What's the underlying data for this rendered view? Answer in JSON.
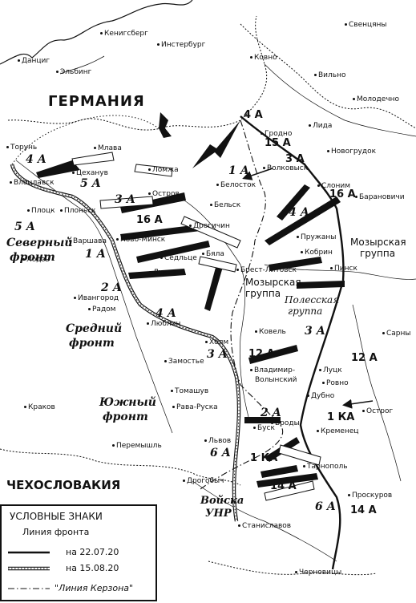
{
  "countries": [
    {
      "id": "germany",
      "label": "ГЕРМАНИЯ"
    },
    {
      "id": "czechoslovakia",
      "label": "ЧЕХОСЛОВАКИЯ"
    }
  ],
  "cities": [
    {
      "id": "sventsiany",
      "label": "Свенцяны"
    },
    {
      "id": "konigsberg",
      "label": "Кенигсберг"
    },
    {
      "id": "insterburg",
      "label": "Инстербург"
    },
    {
      "id": "kovno",
      "label": "Ковно"
    },
    {
      "id": "danzig",
      "label": "Данциг"
    },
    {
      "id": "elbing",
      "label": "Эльбинг"
    },
    {
      "id": "vilno",
      "label": "Вильно"
    },
    {
      "id": "molodechno",
      "label": "Молодечно"
    },
    {
      "id": "grodno",
      "label": "Гродно"
    },
    {
      "id": "lida",
      "label": "Лида"
    },
    {
      "id": "torun",
      "label": "Торунь"
    },
    {
      "id": "mlava",
      "label": "Млава"
    },
    {
      "id": "novogrudok",
      "label": "Новогрудок"
    },
    {
      "id": "tsekhanuv",
      "label": "Цеханув"
    },
    {
      "id": "lomzha",
      "label": "Ломжа"
    },
    {
      "id": "volkovysk",
      "label": "Волковыск"
    },
    {
      "id": "vlotslavsk",
      "label": "Влоцлавск"
    },
    {
      "id": "belostok",
      "label": "Белосток"
    },
    {
      "id": "slonim",
      "label": "Слоним"
    },
    {
      "id": "baranovichi",
      "label": "Барановичи"
    },
    {
      "id": "ostrov",
      "label": "Остров"
    },
    {
      "id": "plotsk",
      "label": "Плоцк"
    },
    {
      "id": "plonsk",
      "label": "Плоньск"
    },
    {
      "id": "belsk",
      "label": "Бельск"
    },
    {
      "id": "drogichin",
      "label": "Дрогичин"
    },
    {
      "id": "pruzhany",
      "label": "Пружаны"
    },
    {
      "id": "varshava",
      "label": "Варшава"
    },
    {
      "id": "novo-minsk",
      "label": "Ново-Минск"
    },
    {
      "id": "kobrin",
      "label": "Кобрин"
    },
    {
      "id": "lodz",
      "label": "Лодзь"
    },
    {
      "id": "sedlets",
      "label": "Седльце"
    },
    {
      "id": "byala",
      "label": "Бяла"
    },
    {
      "id": "pinsk",
      "label": "Пинск"
    },
    {
      "id": "brest",
      "label": "Брест-Литовск"
    },
    {
      "id": "lukov",
      "label": "Луков"
    },
    {
      "id": "ivangorod",
      "label": "Ивангород"
    },
    {
      "id": "radom",
      "label": "Радом"
    },
    {
      "id": "lyublin",
      "label": "Люблин"
    },
    {
      "id": "kovel",
      "label": "Ковель"
    },
    {
      "id": "sarny",
      "label": "Сарны"
    },
    {
      "id": "kholm",
      "label": "Холм"
    },
    {
      "id": "zamostye",
      "label": "Замостье"
    },
    {
      "id": "vladimir",
      "label": "Владимир-"
    },
    {
      "id": "volynsky",
      "label": "Волынский"
    },
    {
      "id": "lutsk",
      "label": "Луцк"
    },
    {
      "id": "rovno",
      "label": "Ровно"
    },
    {
      "id": "tomashuv",
      "label": "Томашув"
    },
    {
      "id": "dubno",
      "label": "Дубно"
    },
    {
      "id": "krakov",
      "label": "Краков"
    },
    {
      "id": "rava-ruska",
      "label": "Рава-Руска"
    },
    {
      "id": "ostrog",
      "label": "Острог"
    },
    {
      "id": "brody",
      "label": "Броды"
    },
    {
      "id": "busk",
      "label": "Буск"
    },
    {
      "id": "kremenets",
      "label": "Кременец"
    },
    {
      "id": "peremyshl",
      "label": "Перемышль"
    },
    {
      "id": "lvov",
      "label": "Львов"
    },
    {
      "id": "ternopol",
      "label": "Тарнополь"
    },
    {
      "id": "drogobych",
      "label": "Дрогобыч"
    },
    {
      "id": "proskurov",
      "label": "Проскуров"
    },
    {
      "id": "stanislavov",
      "label": "Станиславов"
    },
    {
      "id": "chernovitsy",
      "label": "Черновицы"
    }
  ],
  "armies": [
    {
      "id": "a4-north",
      "label": "4 А"
    },
    {
      "id": "a15",
      "label": "15 А"
    },
    {
      "id": "a3-north",
      "label": "3 А"
    },
    {
      "id": "a4-west",
      "label": "4 А"
    },
    {
      "id": "a1-north",
      "label": "1 А"
    },
    {
      "id": "a5-plonsk",
      "label": "5 А"
    },
    {
      "id": "a3-ostrov",
      "label": "3 А"
    },
    {
      "id": "a16-slonim",
      "label": "16 А"
    },
    {
      "id": "a4-pruzhany",
      "label": "4 А"
    },
    {
      "id": "a16-drogichin",
      "label": "16 А"
    },
    {
      "id": "a5-warsaw",
      "label": "5 А"
    },
    {
      "id": "a1-warsaw",
      "label": "1 А"
    },
    {
      "id": "a2",
      "label": "2 А"
    },
    {
      "id": "a4-lyublin",
      "label": "4 А"
    },
    {
      "id": "a3-kholm",
      "label": "3 А"
    },
    {
      "id": "a3-kovel",
      "label": "3 А"
    },
    {
      "id": "a12-kovel",
      "label": "12 А"
    },
    {
      "id": "a12-east",
      "label": "12 А"
    },
    {
      "id": "a2-brody",
      "label": "2 А"
    },
    {
      "id": "ka1-east",
      "label": "1 КА"
    },
    {
      "id": "a6-lvov",
      "label": "6 А"
    },
    {
      "id": "ka1-lvov",
      "label": "1 КА"
    },
    {
      "id": "a14-ternopol",
      "label": "14 А"
    },
    {
      "id": "a6-south",
      "label": "6 А"
    },
    {
      "id": "a14-proskurov",
      "label": "14 А"
    }
  ],
  "fronts": [
    {
      "id": "north",
      "line1": "Северный",
      "line2": "фронт"
    },
    {
      "id": "middle",
      "line1": "Средний",
      "line2": "фронт"
    },
    {
      "id": "south",
      "line1": "Южный",
      "line2": "фронт"
    }
  ],
  "groups": [
    {
      "id": "mozyr-east",
      "line1": "Мозырская",
      "line2": "группа"
    },
    {
      "id": "mozyr-center",
      "line1": "Мозырская",
      "line2": "группа"
    },
    {
      "id": "polesie",
      "line1": "Полесская",
      "line2": "группа"
    },
    {
      "id": "unr",
      "line1": "Войска",
      "line2": "УНР"
    }
  ],
  "legend": {
    "title": "УСЛОВНЫЕ ЗНАКИ",
    "front_line": "Линия фронта",
    "line1": "на 22.07.20",
    "line2": "на 15.08.20",
    "curzon": "\"Линия Керзона\""
  }
}
